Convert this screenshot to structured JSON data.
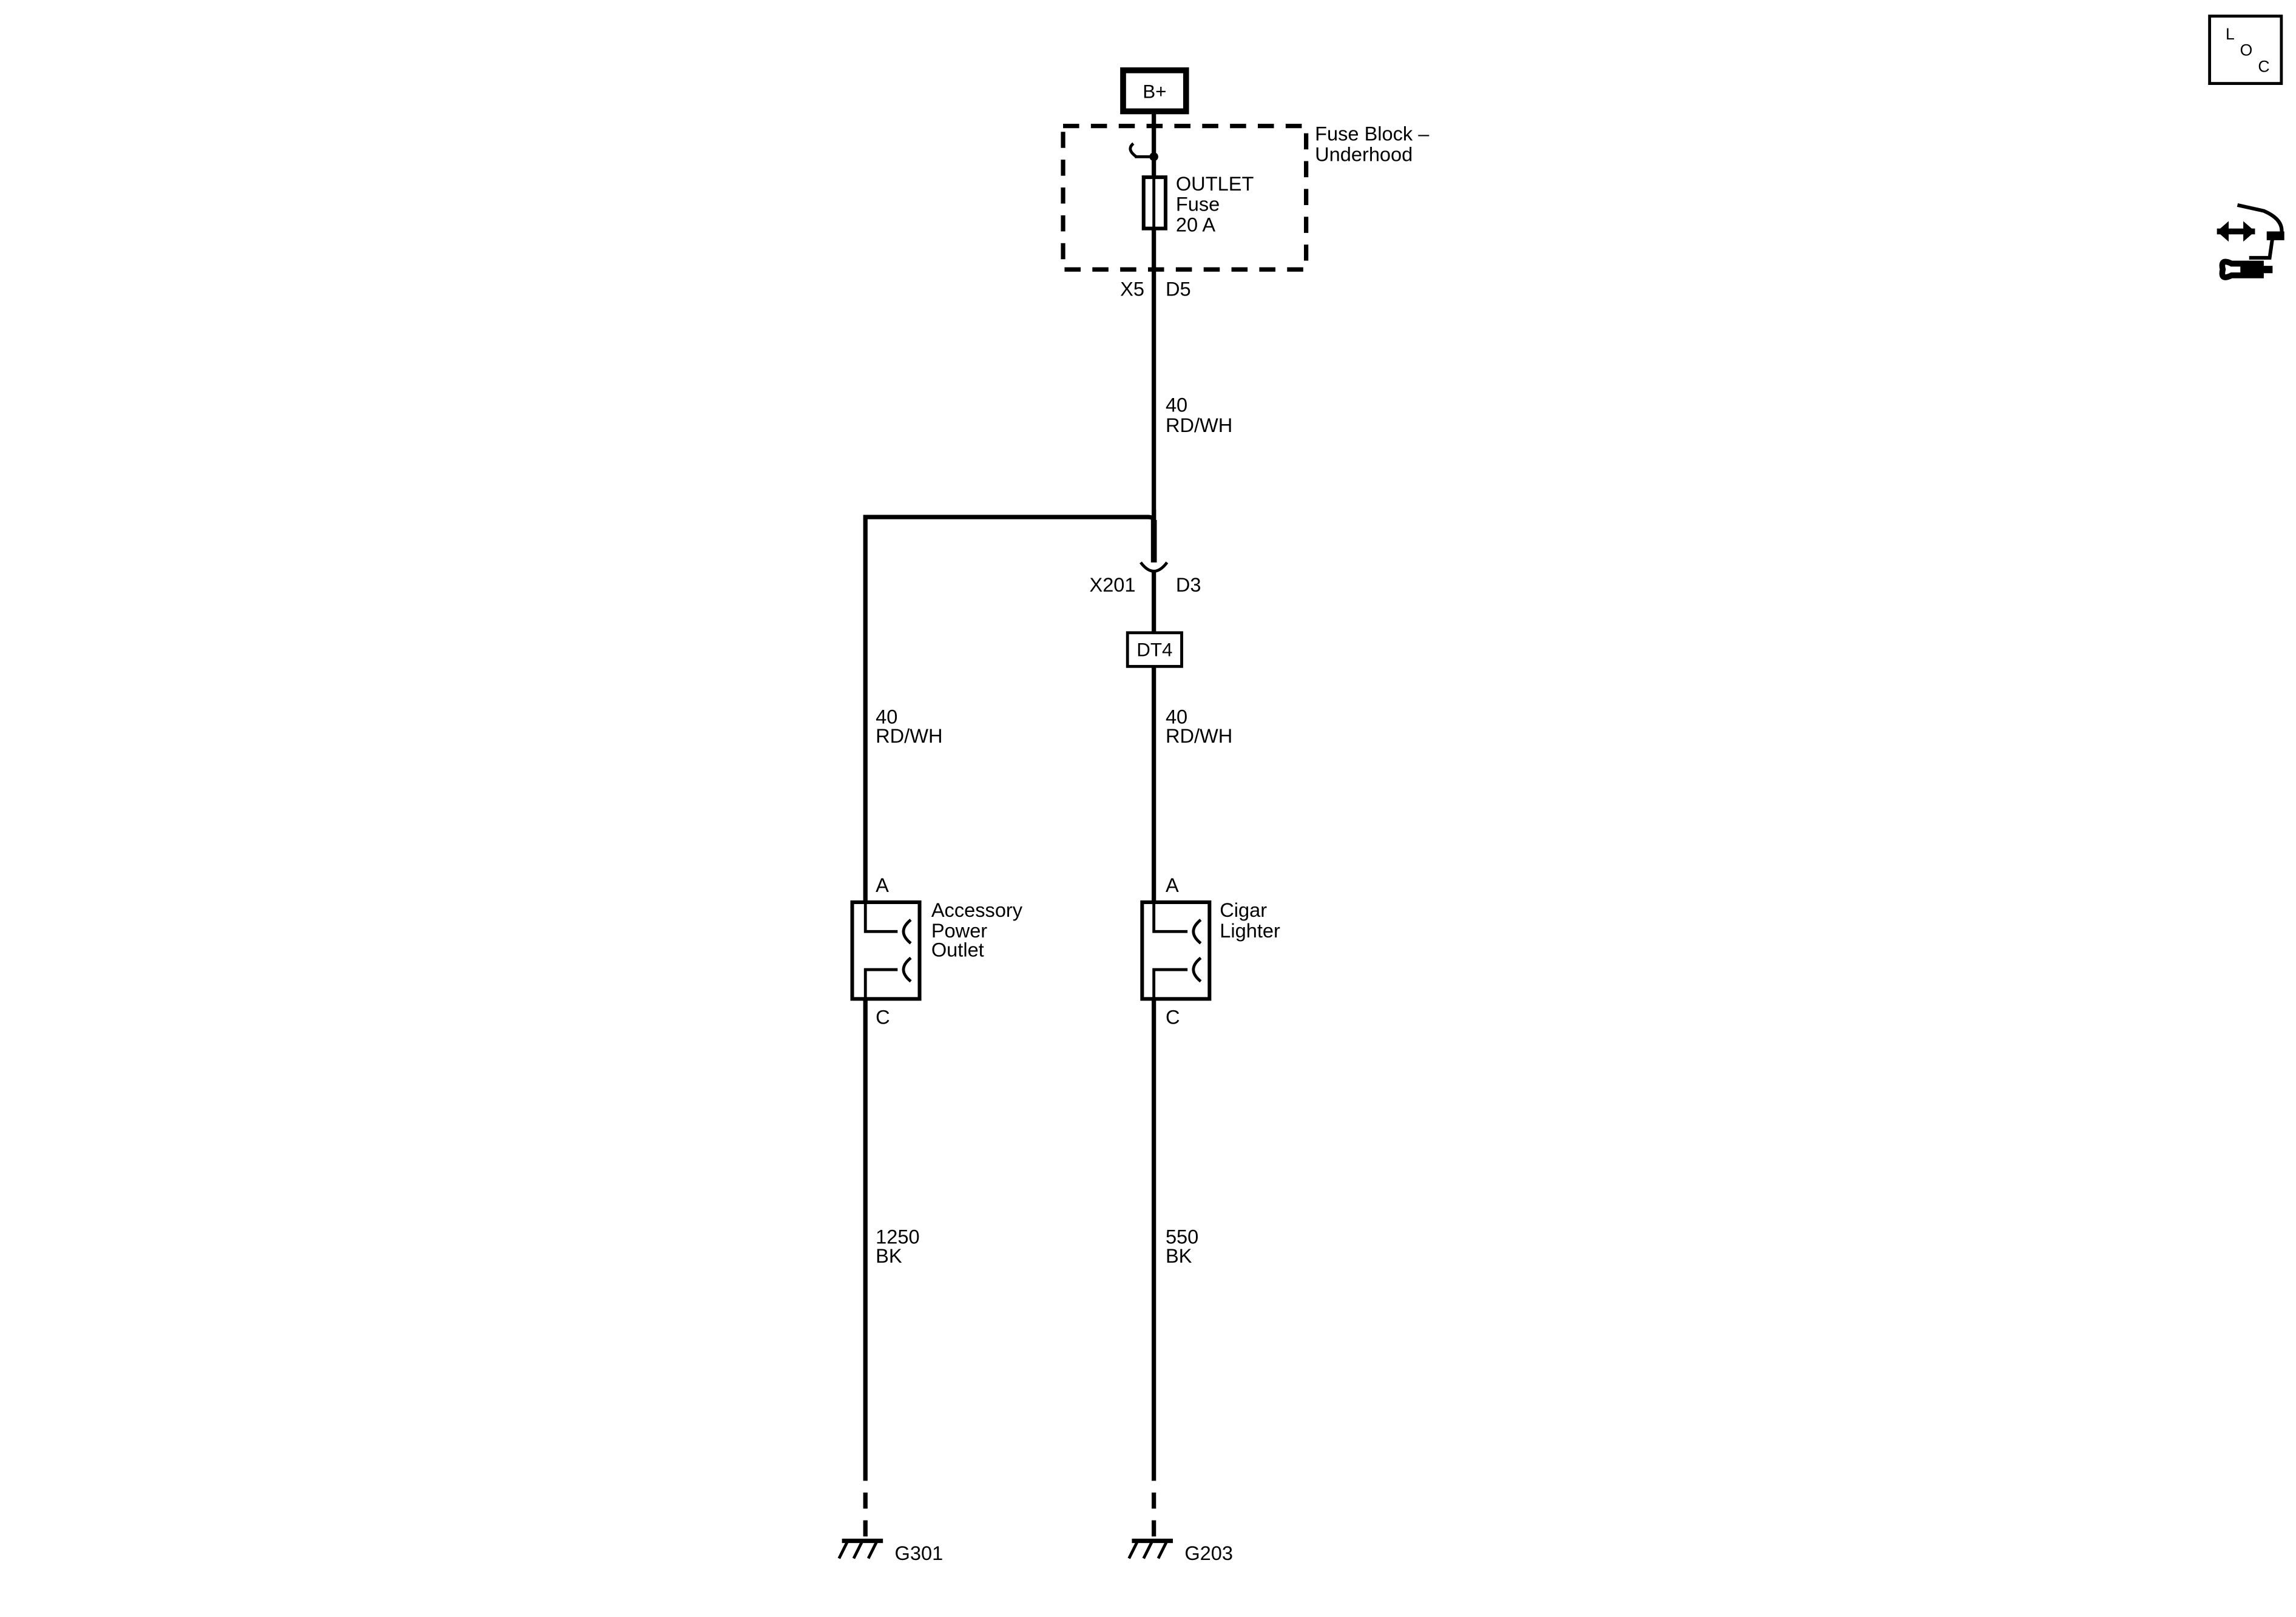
{
  "power_source": {
    "label": "B+"
  },
  "fuse_block": {
    "title_line1": "Fuse Block –",
    "title_line2": "Underhood",
    "fuse_name": "OUTLET",
    "fuse_word": "Fuse",
    "fuse_rating": "20 A",
    "connector": "X5",
    "pin": "D5"
  },
  "wire_main": {
    "circuit": "40",
    "color": "RD/WH"
  },
  "inline_connector": {
    "connector": "X201",
    "pin": "D3"
  },
  "splice_tag": "DT4",
  "branch_left": {
    "wire_upper": {
      "circuit": "40",
      "color": "RD/WH"
    },
    "device_line1": "Accessory",
    "device_line2": "Power",
    "device_line3": "Outlet",
    "pin_top": "A",
    "pin_bottom": "C",
    "wire_lower": {
      "circuit": "1250",
      "color": "BK"
    },
    "ground": "G301"
  },
  "branch_right": {
    "wire_upper": {
      "circuit": "40",
      "color": "RD/WH"
    },
    "device_line1": "Cigar",
    "device_line2": "Lighter",
    "pin_top": "A",
    "pin_bottom": "C",
    "wire_lower": {
      "circuit": "550",
      "color": "BK"
    },
    "ground": "G203"
  },
  "corner_badge": {
    "l": "L",
    "o": "O",
    "c": "C"
  },
  "icons": [
    "location-badge-icon",
    "service-tools-icon"
  ]
}
